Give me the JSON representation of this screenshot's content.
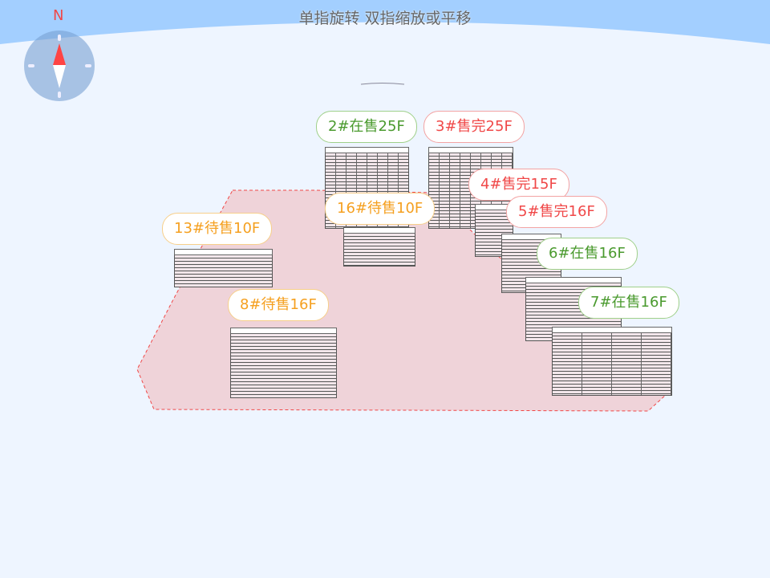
{
  "hint": "单指旋转 双指缩放或平移",
  "compass": {
    "north_label": "N"
  },
  "colors": {
    "on_sale": "#4a9a2e",
    "sold_out": "#f04848",
    "pending": "#f5a020"
  },
  "buildings": [
    {
      "label": "2#在售25F",
      "status": "on_sale"
    },
    {
      "label": "3#售完25F",
      "status": "sold_out"
    },
    {
      "label": "4#售完15F",
      "status": "sold_out"
    },
    {
      "label": "16#待售10F",
      "status": "pending"
    },
    {
      "label": "5#售完16F",
      "status": "sold_out"
    },
    {
      "label": "13#待售10F",
      "status": "pending"
    },
    {
      "label": "6#在售16F",
      "status": "on_sale"
    },
    {
      "label": "8#待售16F",
      "status": "pending"
    },
    {
      "label": "7#在售16F",
      "status": "on_sale"
    }
  ]
}
